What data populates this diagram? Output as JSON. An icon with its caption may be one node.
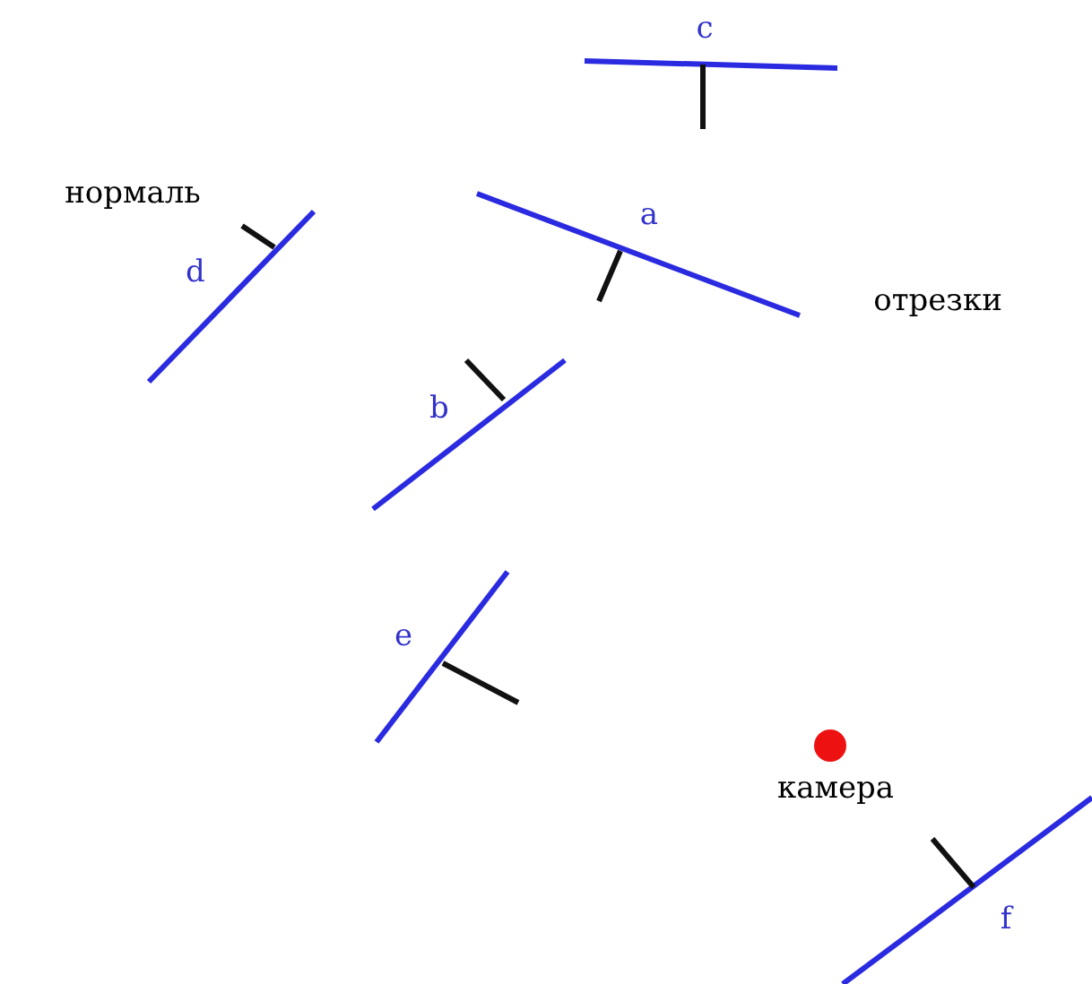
{
  "diagram": {
    "labels": [
      "c",
      "нормаль",
      "a",
      "d",
      "отрезки",
      "b",
      "e",
      "камера",
      "f"
    ]
  }
}
